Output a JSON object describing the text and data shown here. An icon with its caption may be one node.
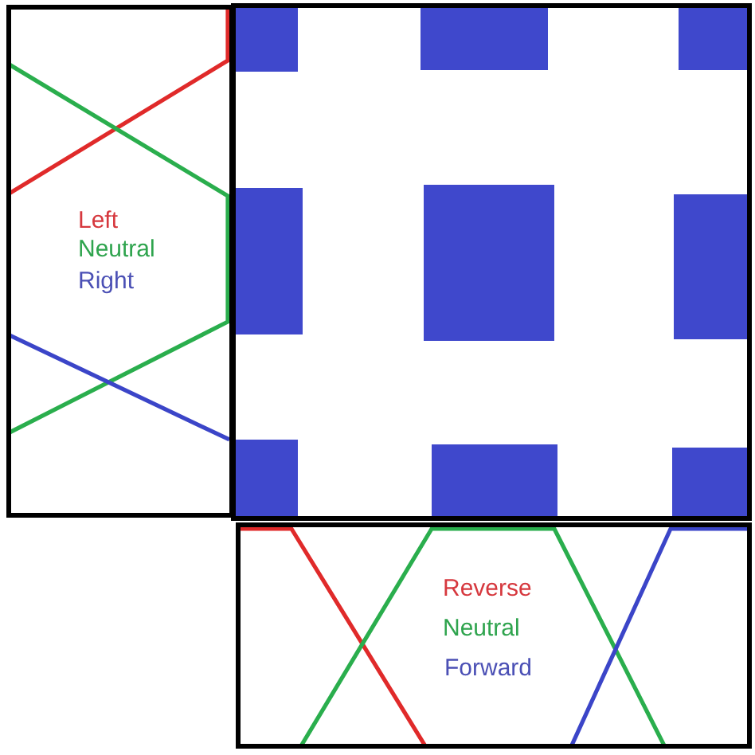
{
  "diagram": {
    "nodes": [
      {
        "text": [
          "Left",
          "Neutral",
          "Right"
        ]
      },
      {
        "text": [],
        "shape": "box"
      },
      {
        "text": [
          "Reverse",
          "Neutral",
          "Forward"
        ]
      }
    ]
  }
}
